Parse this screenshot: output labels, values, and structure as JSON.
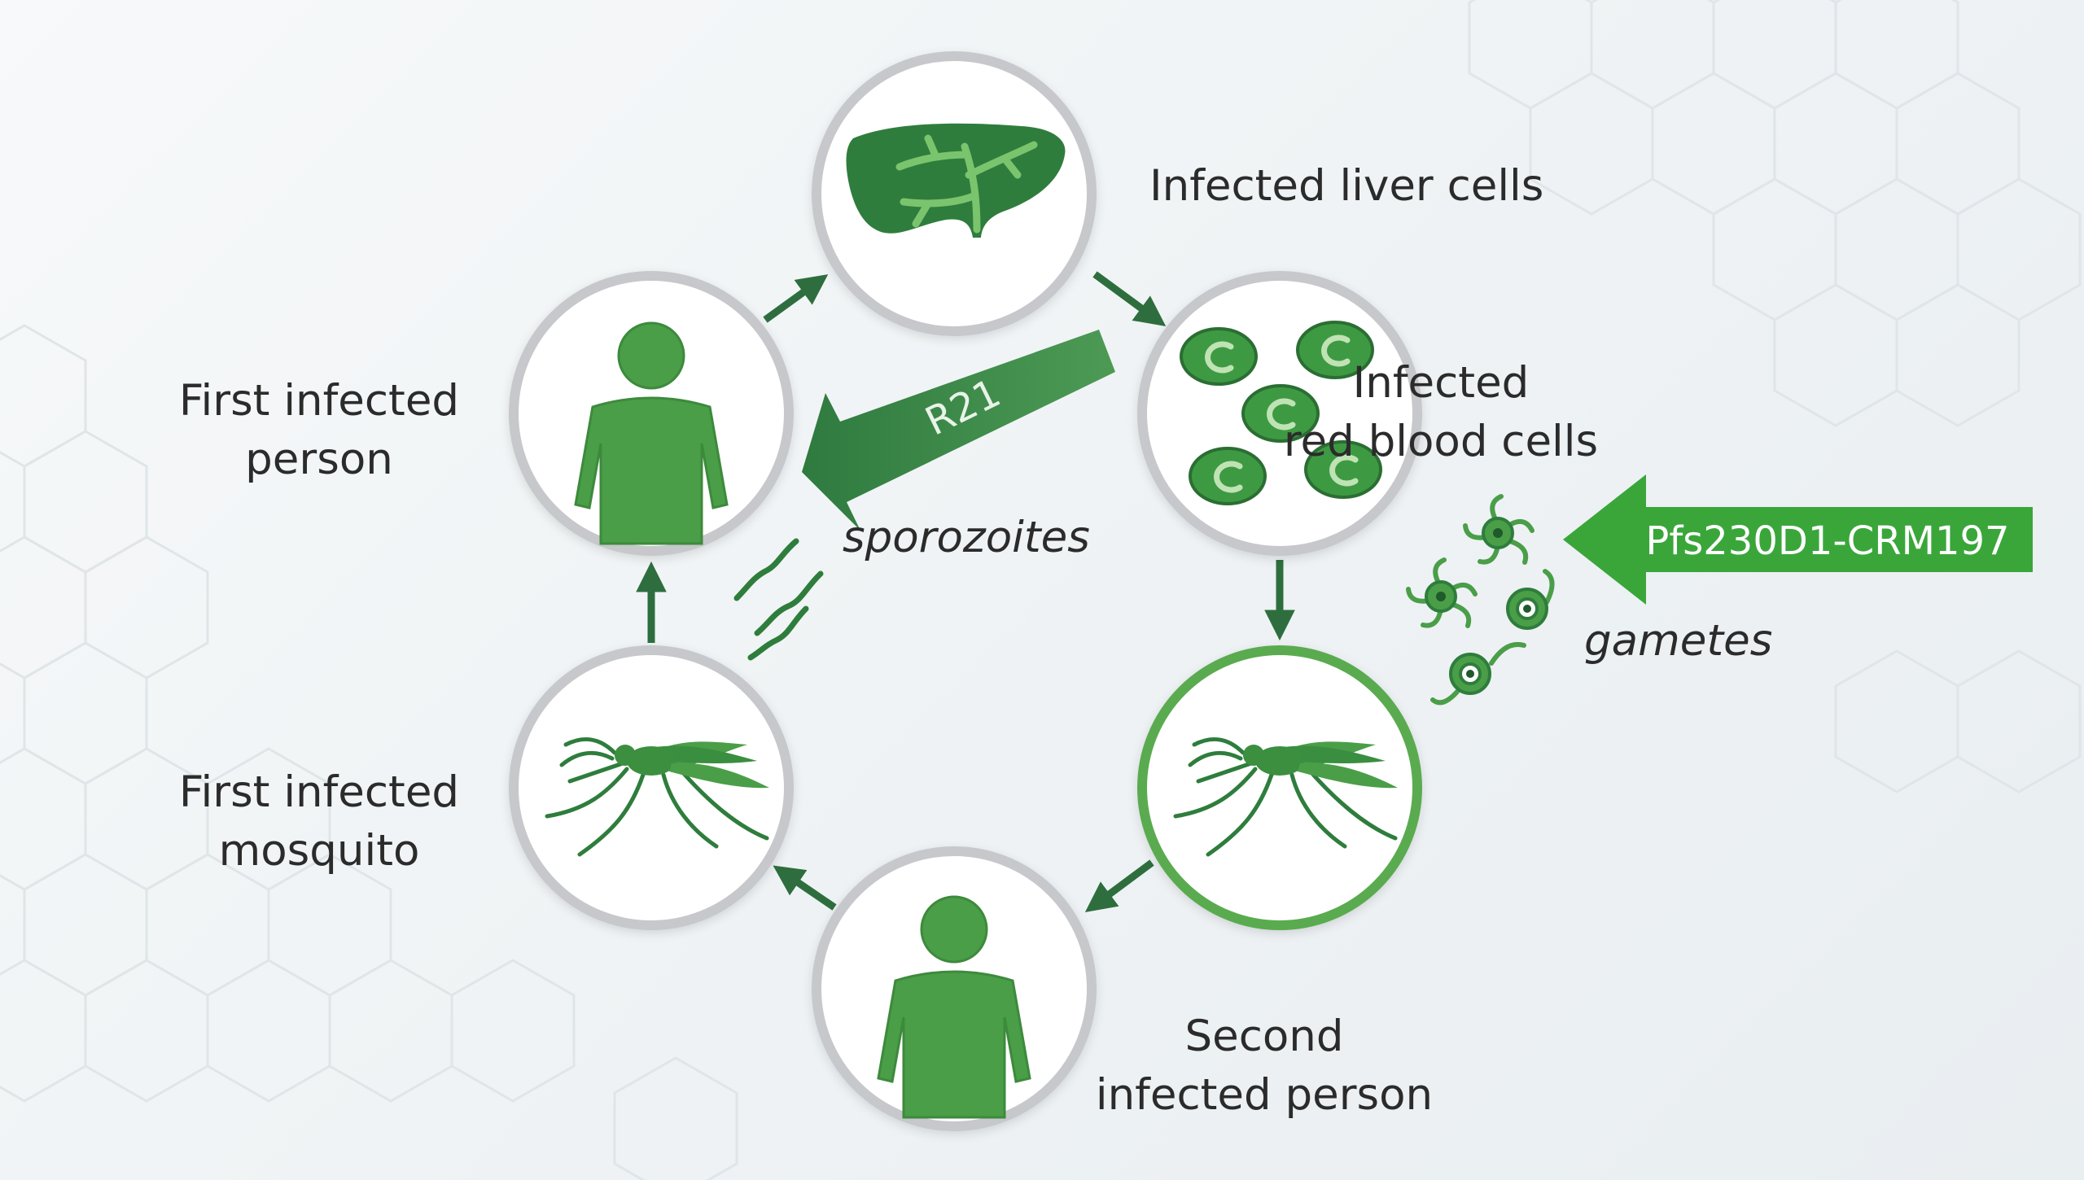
{
  "stages": {
    "liver": {
      "line1": "Infected liver cells"
    },
    "rbc": {
      "line1": "Infected",
      "line2": "red blood cells"
    },
    "second_person": {
      "line1": "Second",
      "line2": "infected person"
    },
    "first_mosquito": {
      "line1": "First infected",
      "line2": "mosquito"
    },
    "first_person": {
      "line1": "First infected",
      "line2": "person"
    }
  },
  "interventions": {
    "r21": {
      "label": "R21",
      "target": "sporozoites"
    },
    "pfs": {
      "label": "Pfs230D1-CRM197",
      "target": "gametes"
    }
  },
  "colors": {
    "dark_green": "#2e7d3c",
    "mid_green": "#4a9e48",
    "bright_green": "#3aa63a",
    "arrow_green": "#2e6e3e",
    "ring_gray": "#c6c8cb",
    "highlight_ring": "#5aab50"
  },
  "icons": [
    "liver-icon",
    "red-blood-cells-icon",
    "mosquito-icon",
    "person-icon",
    "sporozoites-icon",
    "gametes-icon"
  ]
}
